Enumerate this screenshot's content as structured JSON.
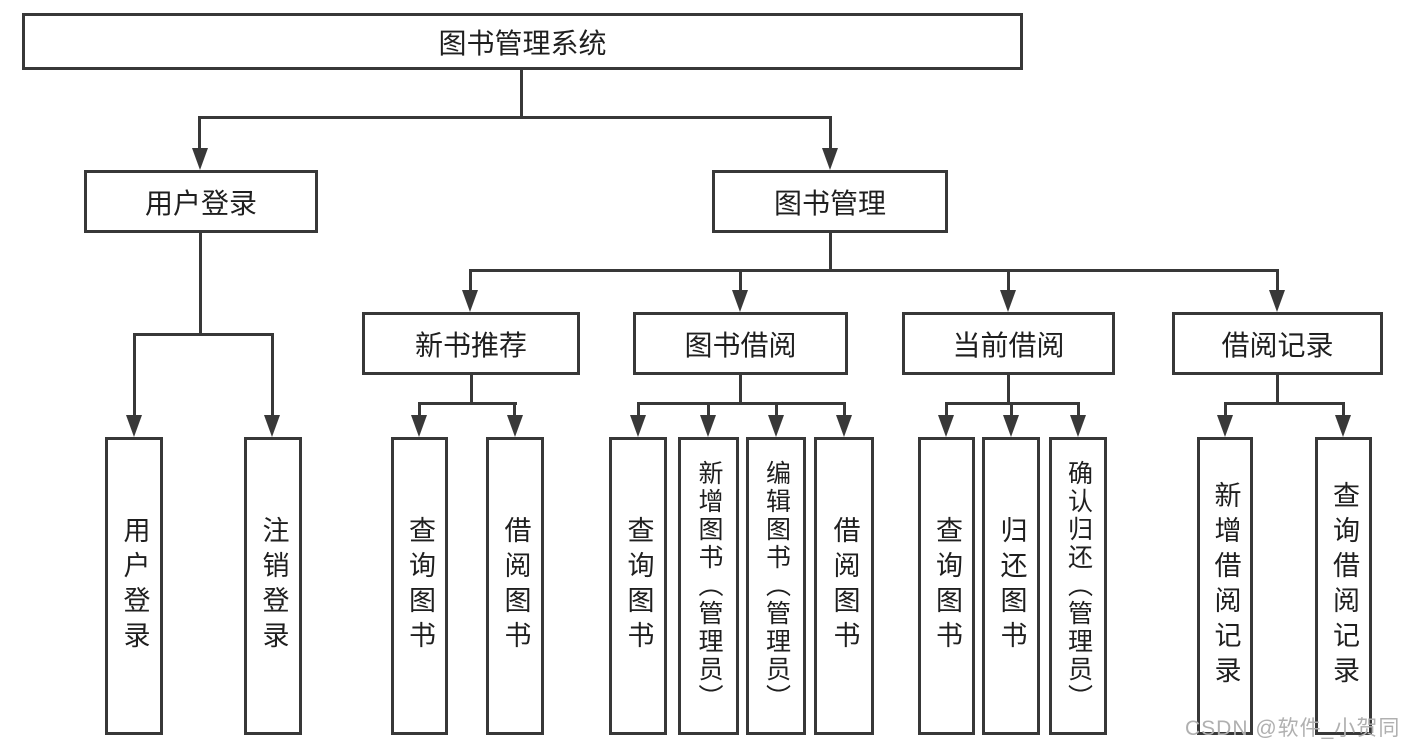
{
  "diagram": {
    "root": {
      "label": "图书管理系统"
    },
    "branches": [
      {
        "label": "用户登录",
        "children": [
          {
            "label": "用户登录"
          },
          {
            "label": "注销登录"
          }
        ]
      },
      {
        "label": "图书管理",
        "groups": [
          {
            "label": "新书推荐",
            "children": [
              {
                "label": "查询图书"
              },
              {
                "label": "借阅图书"
              }
            ]
          },
          {
            "label": "图书借阅",
            "children": [
              {
                "label": "查询图书"
              },
              {
                "label": "新增图书（管理员）"
              },
              {
                "label": "编辑图书（管理员）"
              },
              {
                "label": "借阅图书"
              }
            ]
          },
          {
            "label": "当前借阅",
            "children": [
              {
                "label": "查询图书"
              },
              {
                "label": "归还图书"
              },
              {
                "label": "确认归还（管理员）"
              }
            ]
          },
          {
            "label": "借阅记录",
            "children": [
              {
                "label": "新增借阅记录"
              },
              {
                "label": "查询借阅记录"
              }
            ]
          }
        ]
      }
    ]
  },
  "watermark": "CSDN @软件_小贺同学",
  "colors": {
    "line": "#383838",
    "box_border": "#383838",
    "box_fill": "#ffffff",
    "text": "#1f1f1f",
    "watermark": "#b0b0b0"
  }
}
